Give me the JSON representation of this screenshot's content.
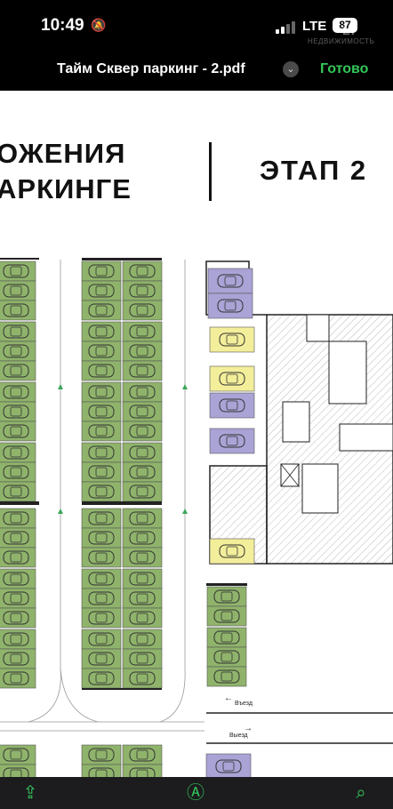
{
  "status": {
    "time": "10:49",
    "network": "LTE",
    "battery": "87"
  },
  "watermark": {
    "brand": "LT",
    "sub": "НЕДВИЖИМОСТЬ"
  },
  "toolbar": {
    "title": "Тайм Сквер паркинг - 2.pdf",
    "done_label": "Готово"
  },
  "document": {
    "heading_line1": "ОЖЕНИЯ",
    "heading_line2": "АРКИНГЕ",
    "stage_label": "ЭТАП 2",
    "entry_label": "Въезд",
    "exit_label": "Выезд"
  },
  "colors": {
    "green": "#8fb36b",
    "yellow": "#f3ee9a",
    "purple": "#a9a3d6",
    "accent": "#34c759"
  },
  "icons": {
    "share": "share-icon",
    "markup": "markup-icon",
    "search": "search-icon"
  }
}
